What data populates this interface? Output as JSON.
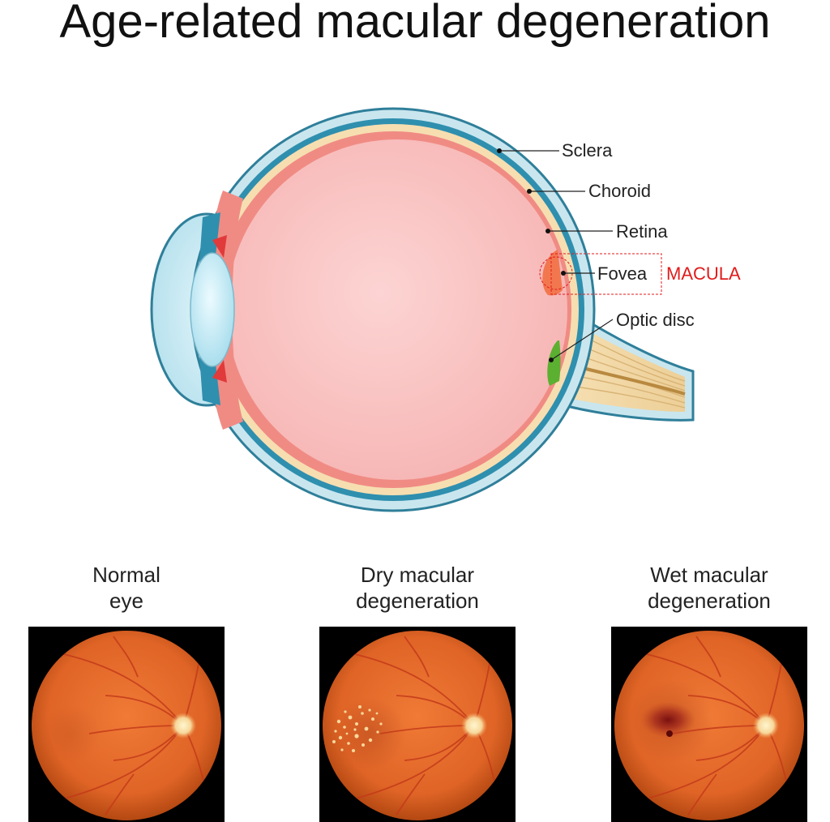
{
  "title": "Age-related macular degeneration",
  "diagram": {
    "labels": {
      "sclera": "Sclera",
      "choroid": "Choroid",
      "retina": "Retina",
      "fovea": "Fovea",
      "macula": "MACULA",
      "optic_disc": "Optic disc"
    }
  },
  "panels": [
    {
      "line1": "Normal",
      "line2": "eye"
    },
    {
      "line1": "Dry macular",
      "line2": "degeneration"
    },
    {
      "line1": "Wet macular",
      "line2": "degeneration"
    }
  ],
  "colors": {
    "title_text": "#111111",
    "label_text": "#222222",
    "macula_text": "#e11b1b",
    "sclera": "#c9e6ef",
    "sclera_edge": "#2f7f9a",
    "choroid": "#f6deb1",
    "retina": "#f08b84",
    "vitreous": "#f9c3c2",
    "fovea": "#f2774f",
    "optic_disc": "#5cb031",
    "optic_nerve": "#f2d9a8",
    "fundus": "#e26a2c",
    "panel_bg": "#000000"
  }
}
